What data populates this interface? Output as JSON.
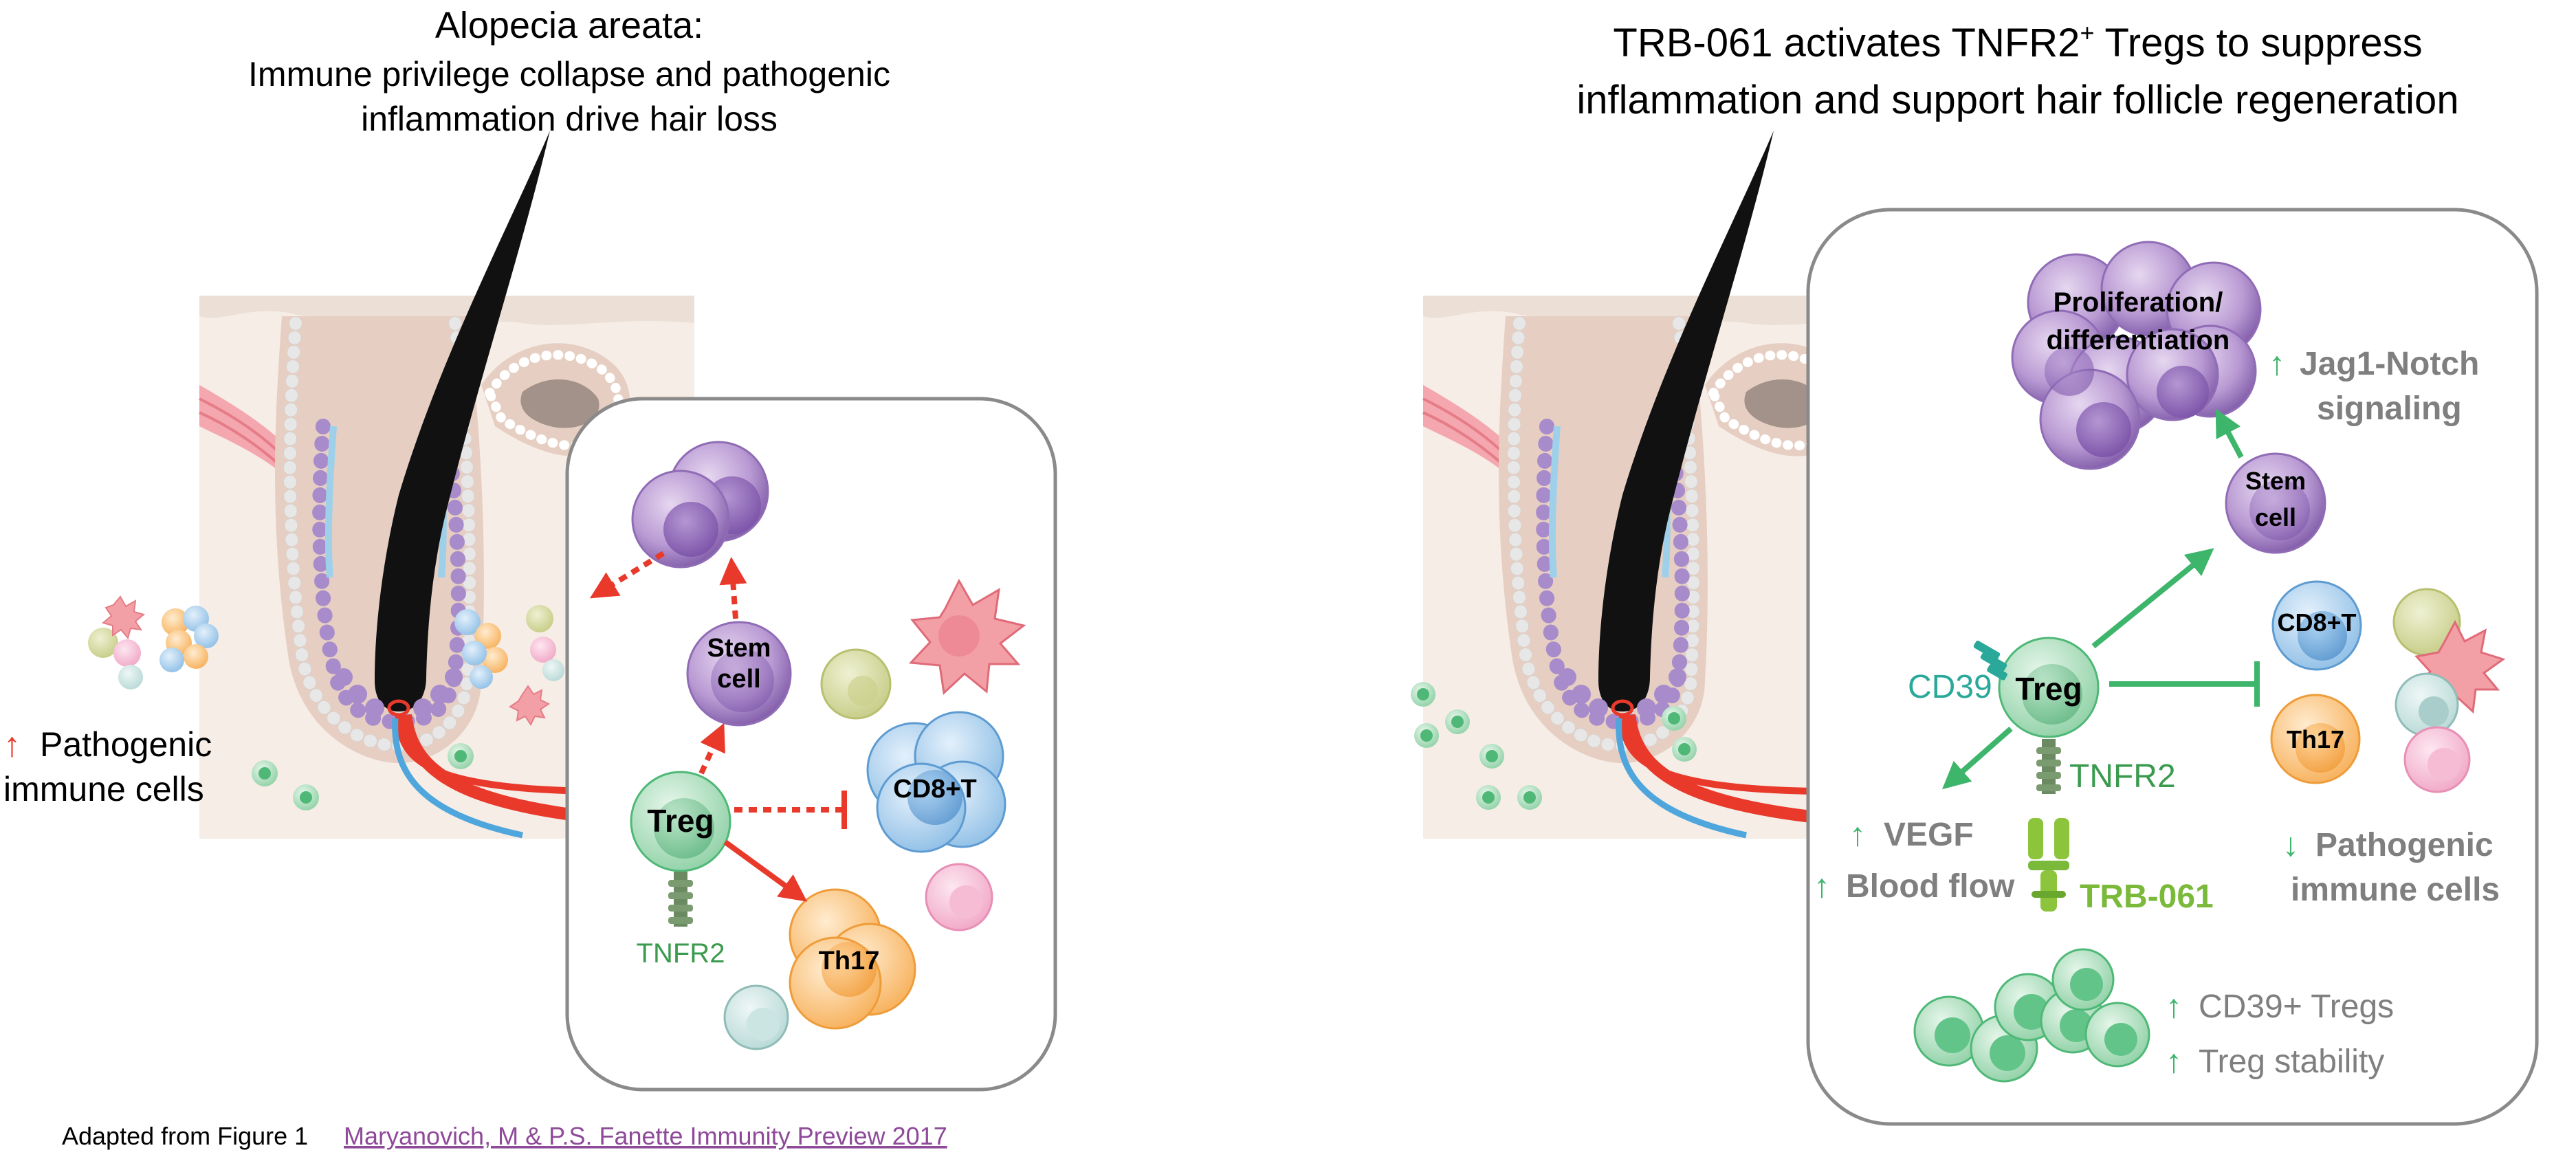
{
  "left": {
    "title": "Alopecia areata:",
    "subtitle_line1": "Immune privilege collapse and pathogenic",
    "subtitle_line2": "inflammation drive hair loss",
    "side_arrow": "↑",
    "side_label_line1": "Pathogenic",
    "side_label_line2": "immune cells",
    "panel": {
      "stem_line1": "Stem",
      "stem_line2": "cell",
      "treg": "Treg",
      "cd8": "CD8+T",
      "th17": "Th17",
      "tnfr2": "TNFR2"
    }
  },
  "right": {
    "title_line1_a": "TRB-061 activates TNFR2",
    "title_line1_sup": "+",
    "title_line1_b": " Tregs to suppress",
    "title_line2": "inflammation and support hair follicle regeneration",
    "panel": {
      "prolif_line1": "Proliferation/",
      "prolif_line2": "differentiation",
      "jag_arrow": "↑",
      "jag_line1": "Jag1-Notch",
      "jag_line2": "signaling",
      "stem_line1": "Stem",
      "stem_line2": "cell",
      "cd8": "CD8+T",
      "th17": "Th17",
      "cd39": "CD39",
      "treg": "Treg",
      "tnfr2": "TNFR2",
      "vegf_arrow": "↑",
      "vegf": "VEGF",
      "blood_arrow": "↑",
      "blood": "Blood flow",
      "trb": "TRB-061",
      "patho_arrow": "↓",
      "patho_line1": "Pathogenic",
      "patho_line2": "immune cells",
      "cd39t_arrow": "↑",
      "cd39t": "CD39+ Tregs",
      "stab_arrow": "↑",
      "stab": "Treg stability"
    }
  },
  "footer": {
    "prefix": "Adapted from Figure 1 ",
    "link": "Maryanovich, M & P.S. Fanette Immunity Preview 2017"
  },
  "colors": {
    "red": "#e8392b",
    "green": "#3db56b",
    "lime": "#7ab93a",
    "gray_text": "#7f7f7f",
    "link": "#8e4a99",
    "teal": "#2aa89a"
  }
}
